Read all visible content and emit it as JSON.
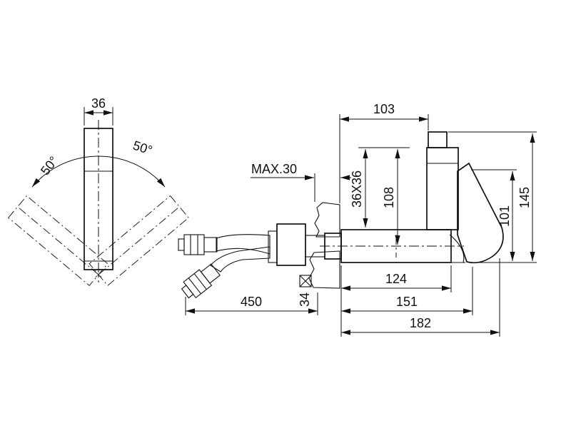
{
  "colors": {
    "line": "#111111",
    "background": "#ffffff"
  },
  "front_view": {
    "spout_width": "36",
    "swivel_angle_left": "50°",
    "swivel_angle_right": "50°"
  },
  "side_view": {
    "spout_reach_top": "103",
    "max_mounting_thickness": "MAX.30",
    "body_cross_section": "36X36",
    "height_108": "108",
    "overall_height": "145",
    "handle_height": "101",
    "length_124": "124",
    "length_151": "151",
    "overall_length": "182",
    "hose_length": "450",
    "shank_square": "34"
  }
}
